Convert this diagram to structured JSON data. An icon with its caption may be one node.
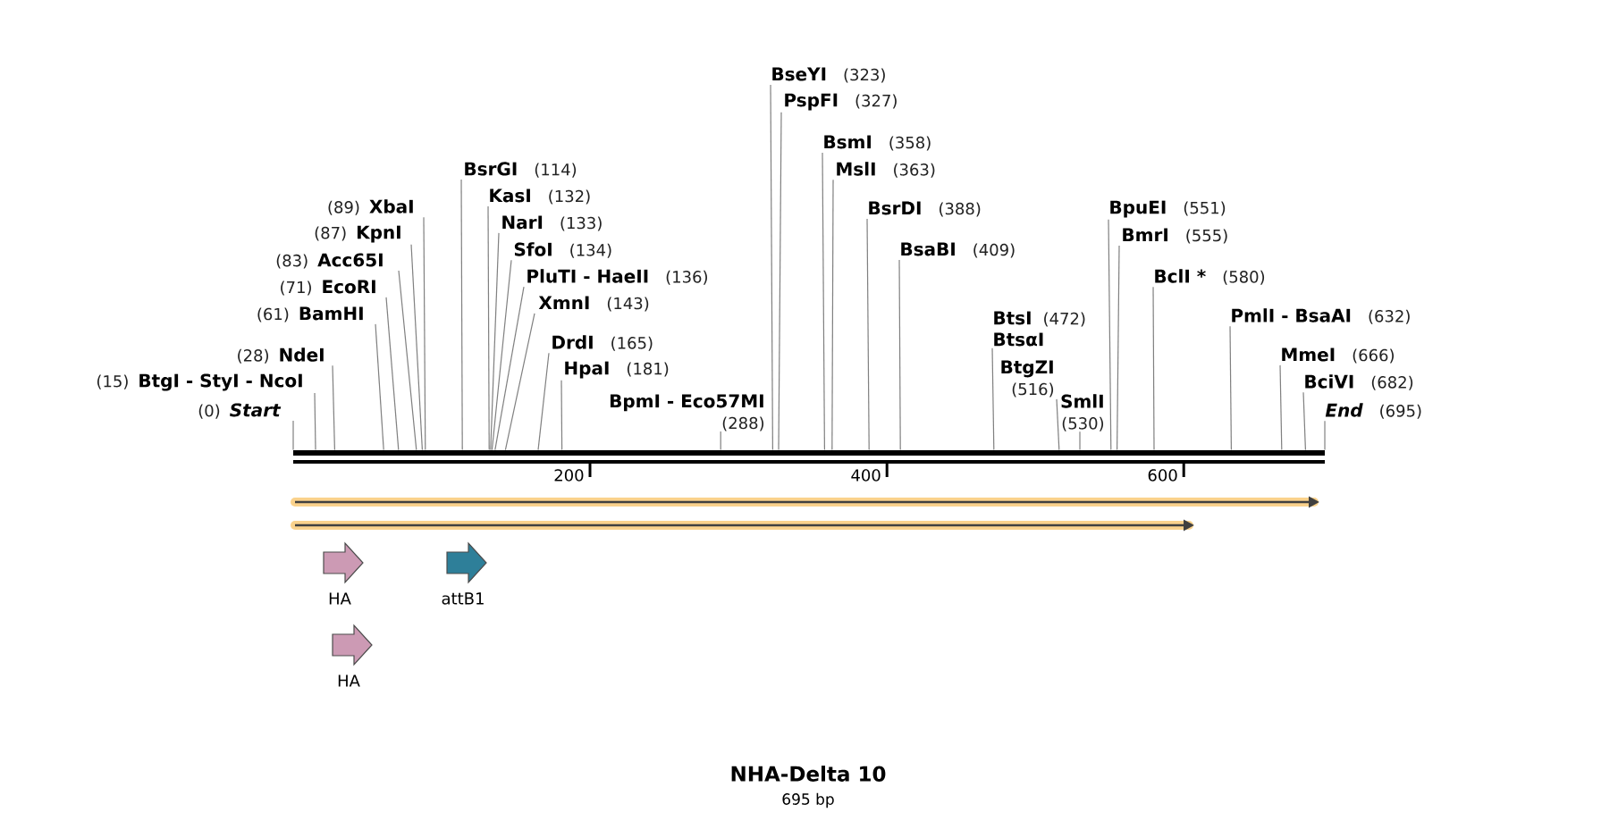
{
  "diagram": {
    "title": "NHA-Delta 10",
    "caption": "695 bp",
    "nodes": [
      {
        "text": [
          "(0)",
          "Start"
        ]
      },
      {
        "text": [
          "(15)",
          "BtgI - StyI - NcoI"
        ]
      },
      {
        "text": [
          "(28)",
          "NdeI"
        ]
      },
      {
        "text": [
          "(61)",
          "BamHI"
        ]
      },
      {
        "text": [
          "(71)",
          "EcoRI"
        ]
      },
      {
        "text": [
          "(83)",
          "Acc65I"
        ]
      },
      {
        "text": [
          "(87)",
          "KpnI"
        ]
      },
      {
        "text": [
          "(89)",
          "XbaI"
        ]
      },
      {
        "text": [
          "BsrGI",
          "(114)"
        ]
      },
      {
        "text": [
          "KasI",
          "(132)"
        ]
      },
      {
        "text": [
          "NarI",
          "(133)"
        ]
      },
      {
        "text": [
          "SfoI",
          "(134)"
        ]
      },
      {
        "text": [
          "PluTI - HaeII",
          "(136)"
        ]
      },
      {
        "text": [
          "XmnI",
          "(143)"
        ]
      },
      {
        "text": [
          "DrdI",
          "(165)"
        ]
      },
      {
        "text": [
          "HpaI",
          "(181)"
        ]
      },
      {
        "text": [
          "BpmI - Eco57MI",
          "(288)"
        ]
      },
      {
        "text": [
          "BseYI",
          "(323)"
        ]
      },
      {
        "text": [
          "PspFI",
          "(327)"
        ]
      },
      {
        "text": [
          "BsmI",
          "(358)"
        ]
      },
      {
        "text": [
          "MslI",
          "(363)"
        ]
      },
      {
        "text": [
          "BsrDI",
          "(388)"
        ]
      },
      {
        "text": [
          "BsaBI",
          "(409)"
        ]
      },
      {
        "text": [
          "BtsI",
          "(472)",
          "BtsαI"
        ]
      },
      {
        "text": [
          "BtgZI",
          "(516)"
        ]
      },
      {
        "text": [
          "SmlI",
          "(530)"
        ]
      },
      {
        "text": [
          "BpuEI",
          "(551)"
        ]
      },
      {
        "text": [
          "BmrI",
          "(555)"
        ]
      },
      {
        "text": [
          "BclI *",
          "(580)"
        ]
      },
      {
        "text": [
          "PmlI - BsaAI",
          "(632)"
        ]
      },
      {
        "text": [
          "MmeI",
          "(666)"
        ]
      },
      {
        "text": [
          "BciVI",
          "(682)"
        ]
      },
      {
        "text": [
          "End",
          "(695)"
        ]
      },
      {
        "text": [
          "HA"
        ]
      },
      {
        "text": [
          "attB1"
        ]
      },
      {
        "text": [
          "HA"
        ]
      },
      {
        "text": [],
        "shape": "bar"
      }
    ],
    "edges": [
      {
        "from": 0,
        "to": 36,
        "arrow": "none"
      },
      {
        "from": 1,
        "to": 36,
        "arrow": "none"
      },
      {
        "from": 2,
        "to": 36,
        "arrow": "none"
      },
      {
        "from": 3,
        "to": 36,
        "arrow": "none"
      },
      {
        "from": 4,
        "to": 36,
        "arrow": "none"
      },
      {
        "from": 5,
        "to": 36,
        "arrow": "none"
      },
      {
        "from": 6,
        "to": 36,
        "arrow": "none"
      },
      {
        "from": 7,
        "to": 36,
        "arrow": "none"
      },
      {
        "from": 8,
        "to": 36,
        "arrow": "none"
      },
      {
        "from": 9,
        "to": 36,
        "arrow": "none"
      },
      {
        "from": 10,
        "to": 36,
        "arrow": "none"
      },
      {
        "from": 11,
        "to": 36,
        "arrow": "none"
      },
      {
        "from": 12,
        "to": 36,
        "arrow": "none"
      },
      {
        "from": 13,
        "to": 36,
        "arrow": "none"
      },
      {
        "from": 14,
        "to": 36,
        "arrow": "none"
      },
      {
        "from": 15,
        "to": 36,
        "arrow": "none"
      },
      {
        "from": 16,
        "to": 36,
        "arrow": "none"
      },
      {
        "from": 17,
        "to": 36,
        "arrow": "none"
      },
      {
        "from": 18,
        "to": 36,
        "arrow": "none"
      },
      {
        "from": 19,
        "to": 36,
        "arrow": "none"
      },
      {
        "from": 20,
        "to": 36,
        "arrow": "none"
      },
      {
        "from": 21,
        "to": 36,
        "arrow": "none"
      },
      {
        "from": 22,
        "to": 36,
        "arrow": "none"
      },
      {
        "from": 23,
        "to": 36,
        "arrow": "none"
      },
      {
        "from": 24,
        "to": 36,
        "arrow": "none"
      },
      {
        "from": 25,
        "to": 36,
        "arrow": "none"
      },
      {
        "from": 26,
        "to": 36,
        "arrow": "none"
      },
      {
        "from": 27,
        "to": 36,
        "arrow": "none"
      },
      {
        "from": 28,
        "to": 36,
        "arrow": "none"
      },
      {
        "from": 29,
        "to": 36,
        "arrow": "none"
      },
      {
        "from": 30,
        "to": 36,
        "arrow": "none"
      },
      {
        "from": 31,
        "to": 36,
        "arrow": "none"
      },
      {
        "from": 32,
        "to": 36,
        "arrow": "none"
      }
    ],
    "labels": [
      "200",
      "400",
      "600"
    ]
  }
}
